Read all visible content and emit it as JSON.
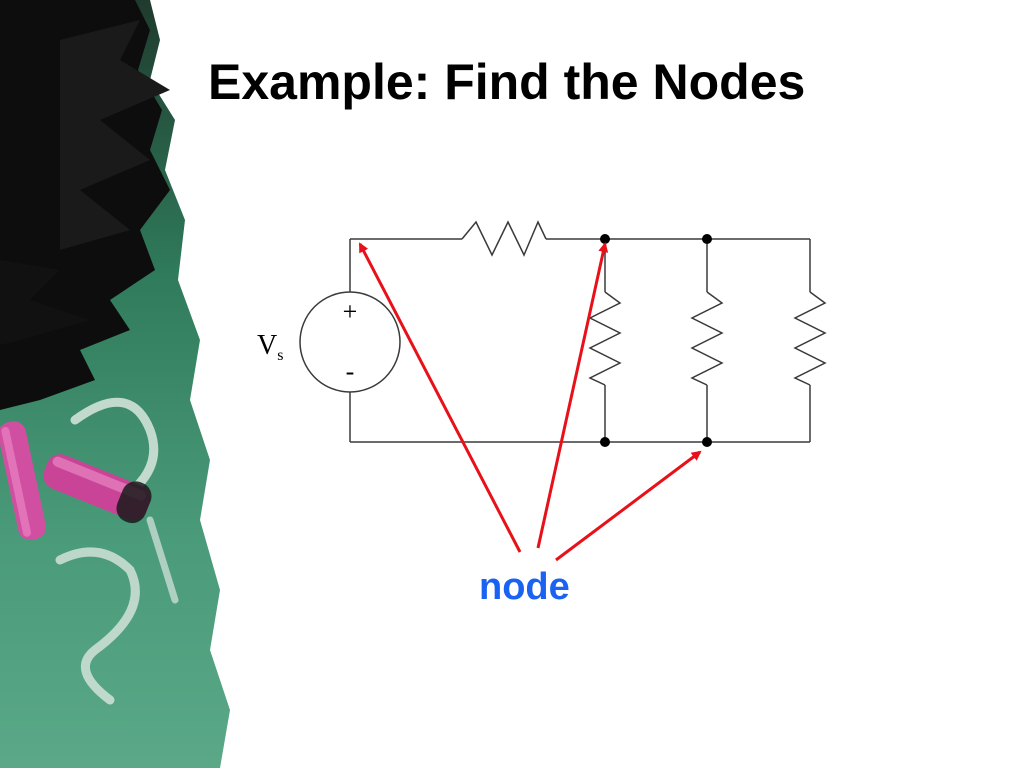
{
  "slide": {
    "title": "Example: Find the Nodes"
  },
  "circuit": {
    "source_label_main": "V",
    "source_label_sub": "s",
    "source_plus": "+",
    "source_minus": "-"
  },
  "annotation": {
    "label": "node"
  },
  "colors": {
    "arrow": "#e8111a",
    "node_label": "#1a62f2",
    "wire": "#3a3a3a",
    "chalkboard": "#2f7a5a"
  },
  "icons": {
    "side_art": "chalkboard-brush-icon"
  }
}
